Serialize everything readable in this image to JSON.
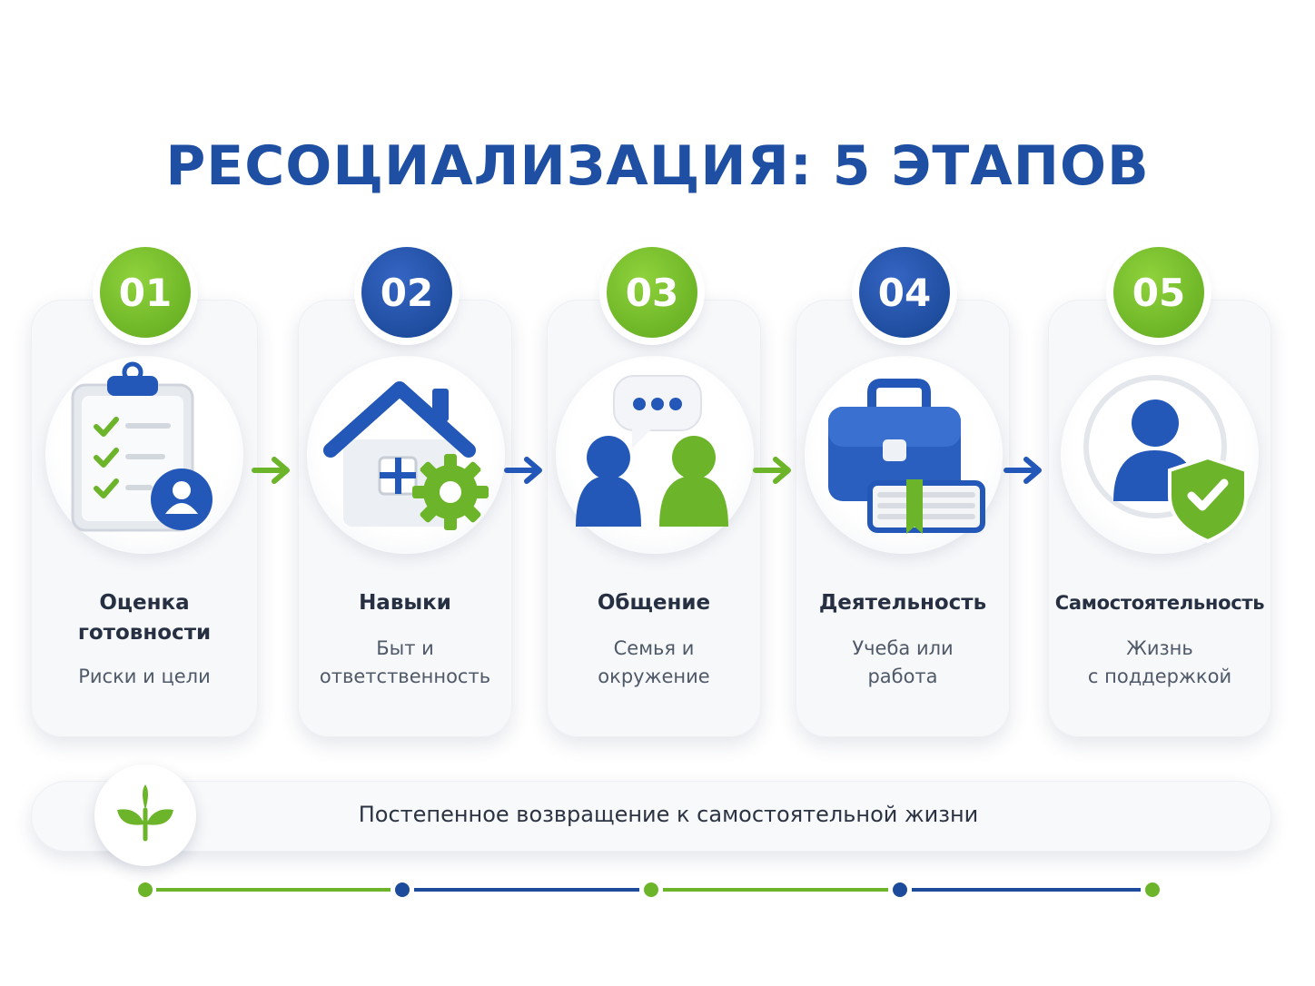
{
  "title": "РЕСОЦИАЛИЗАЦИЯ: 5 ЭТАПОВ",
  "steps": [
    {
      "number": "01",
      "title_line1": "Оценка",
      "title_line2": "готовности",
      "sub_line1": "Риски и цели",
      "sub_line2": "",
      "color": "#6cb52a",
      "icon": "clipboard-checklist-icon"
    },
    {
      "number": "02",
      "title_line1": "Навыки",
      "title_line2": "",
      "sub_line1": "Быт и",
      "sub_line2": "ответственность",
      "color": "#1d4b9b",
      "icon": "house-gear-icon"
    },
    {
      "number": "03",
      "title_line1": "Общение",
      "title_line2": "",
      "sub_line1": "Семья и",
      "sub_line2": "окружение",
      "color": "#6cb52a",
      "icon": "people-chat-icon"
    },
    {
      "number": "04",
      "title_line1": "Деятельность",
      "title_line2": "",
      "sub_line1": "Учеба или",
      "sub_line2": "работа",
      "color": "#1d4b9b",
      "icon": "briefcase-book-icon"
    },
    {
      "number": "05",
      "title_line1": "Самостоятельность",
      "title_line2": "",
      "sub_line1": "Жизнь",
      "sub_line2": "с поддержкой",
      "color": "#6cb52a",
      "icon": "person-shield-icon"
    }
  ],
  "banner": {
    "text": "Постепенное возвращение к самостоятельной жизни",
    "icon": "sprout-icon"
  },
  "colors": {
    "green": "#6cb52a",
    "blue": "#1d4b9b",
    "title": "#1f4fa3"
  }
}
